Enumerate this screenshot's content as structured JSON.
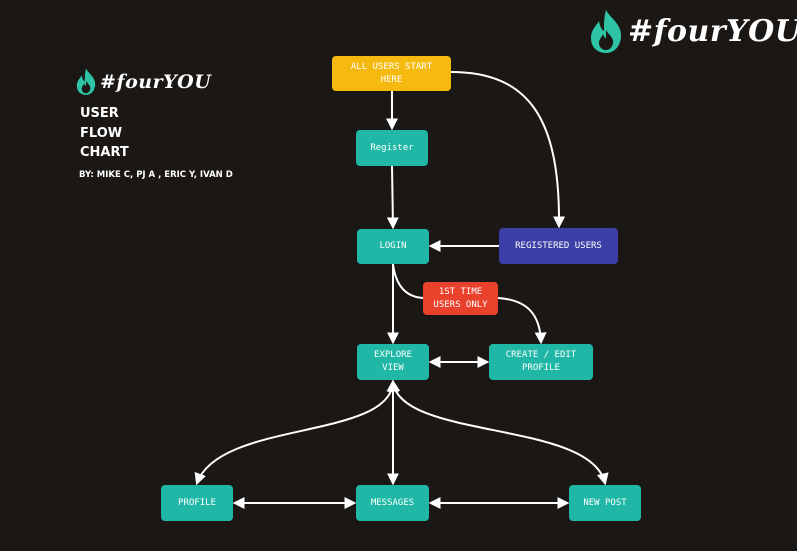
{
  "brand": {
    "name": "#fourYOU",
    "accent_color": "#2ec4a5"
  },
  "title_lines": [
    "USER",
    "FLOW",
    "CHART"
  ],
  "authors": "BY: MIKE C, PJ A , ERIC Y, IVAN D",
  "nodes": {
    "start": "ALL USERS START\nHERE",
    "register": "Register",
    "login": "LOGIN",
    "registered_users": "REGISTERED USERS",
    "first_time": "1ST TIME\nUSERS ONLY",
    "explore_view": "EXPLORE\nVIEW",
    "create_edit_profile": "CREATE / EDIT\nPROFILE",
    "profile": "PROFILE",
    "messages": "MESSAGES",
    "new_post": "NEW POST"
  },
  "colors": {
    "background": "#1a1714",
    "node_teal": "#20b7a6",
    "node_start": "#f5b90f",
    "node_registered": "#3b3fa6",
    "node_first_time": "#e9412c",
    "edge": "#ffffff"
  }
}
